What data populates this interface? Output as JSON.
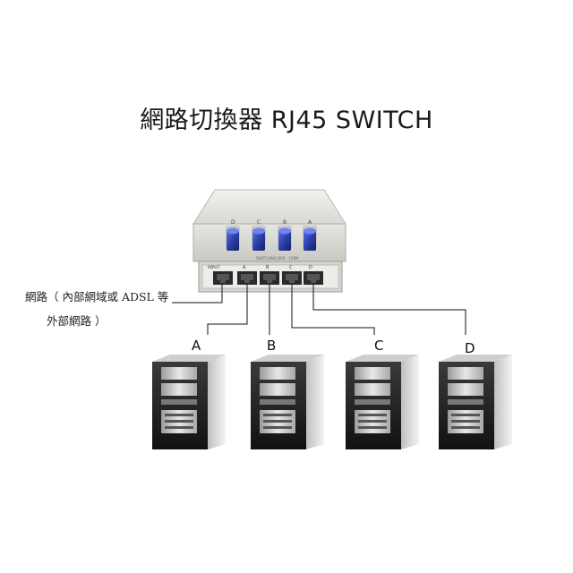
{
  "title": "網路切換器 RJ45 SWITCH",
  "network_label": {
    "line1": "網路（ 內部網域或 ADSL 等",
    "line2": "外部網路 ）"
  },
  "switch": {
    "knob_labels": [
      "D",
      "C",
      "B",
      "A"
    ],
    "port_labels": [
      "INPUT",
      "A",
      "B",
      "C",
      "D"
    ],
    "knob_color": "#2b3fa6",
    "body_color": "#e3e3df"
  },
  "computers": [
    {
      "label": "A"
    },
    {
      "label": "B"
    },
    {
      "label": "C"
    },
    {
      "label": "D"
    }
  ]
}
